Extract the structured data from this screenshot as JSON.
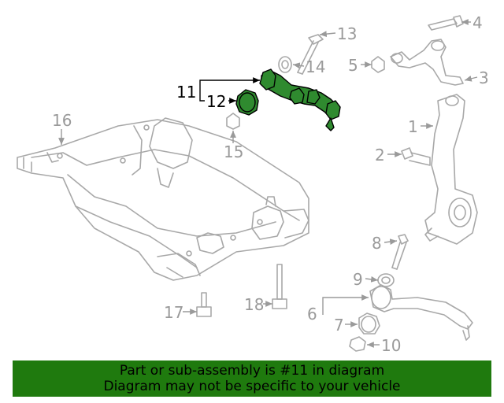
{
  "callouts": {
    "c1": "1",
    "c2": "2",
    "c3": "3",
    "c4": "4",
    "c5": "5",
    "c6": "6",
    "c7": "7",
    "c8": "8",
    "c9": "9",
    "c10": "10",
    "c11": "11",
    "c12": "12",
    "c13": "13",
    "c14": "14",
    "c15": "15",
    "c16": "16",
    "c17": "17",
    "c18": "18"
  },
  "banner": {
    "line1": "Part or sub-assembly is #11 in diagram",
    "line2": "Diagram may not be specific to your vehicle"
  },
  "colors": {
    "highlight": "#2f8a2f",
    "banner_bg": "#1f7a0e",
    "line_gray": "#a8a8a8"
  }
}
